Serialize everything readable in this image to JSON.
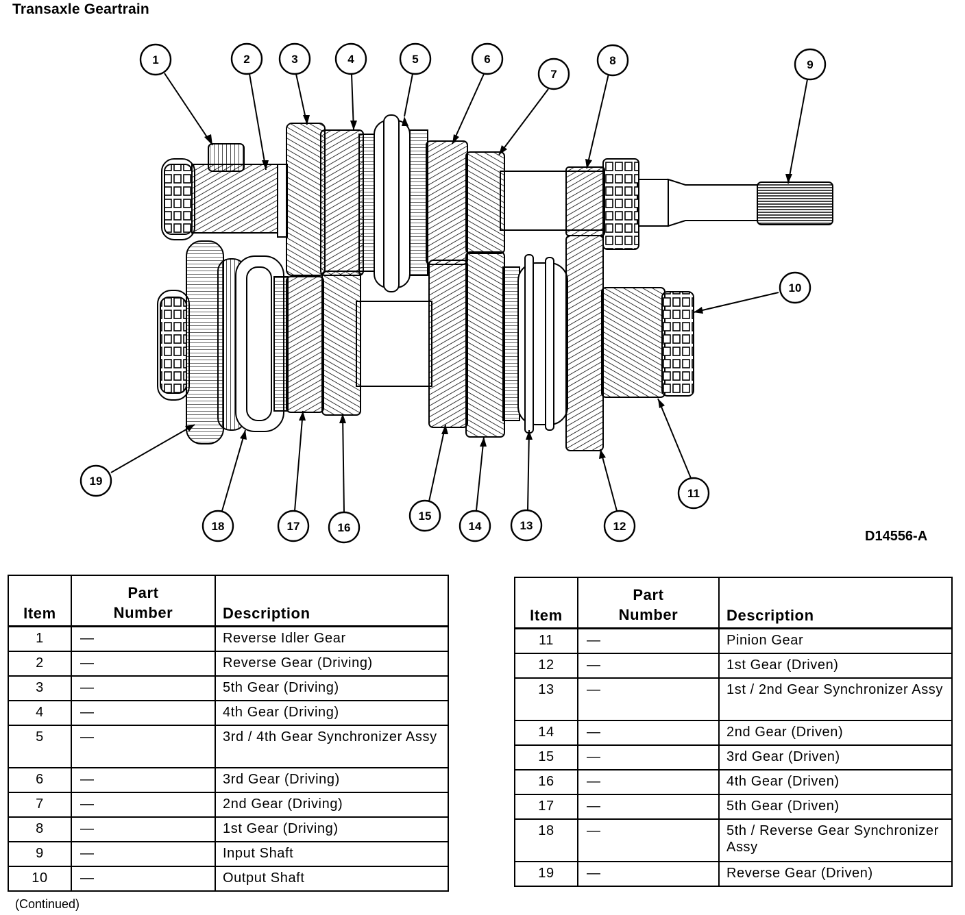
{
  "title": "Transaxle Geartrain",
  "figure_id": "D14556-A",
  "continued": "(Continued)",
  "callouts": [
    "1",
    "2",
    "3",
    "4",
    "5",
    "6",
    "7",
    "8",
    "9",
    "10",
    "11",
    "12",
    "13",
    "14",
    "15",
    "16",
    "17",
    "18",
    "19"
  ],
  "table_headers": {
    "item": "Item",
    "part_line1": "Part",
    "part_line2": "Number",
    "description": "Description"
  },
  "parts_left": [
    {
      "item": "1",
      "part": "—",
      "description": "Reverse Idler Gear"
    },
    {
      "item": "2",
      "part": "—",
      "description": "Reverse Gear (Driving)"
    },
    {
      "item": "3",
      "part": "—",
      "description": "5th Gear (Driving)"
    },
    {
      "item": "4",
      "part": "—",
      "description": "4th Gear (Driving)"
    },
    {
      "item": "5",
      "part": "—",
      "description": "3rd / 4th Gear Synchronizer Assy"
    },
    {
      "item": "6",
      "part": "—",
      "description": "3rd Gear (Driving)"
    },
    {
      "item": "7",
      "part": "—",
      "description": "2nd Gear (Driving)"
    },
    {
      "item": "8",
      "part": "—",
      "description": "1st Gear (Driving)"
    },
    {
      "item": "9",
      "part": "—",
      "description": "Input Shaft"
    },
    {
      "item": "10",
      "part": "—",
      "description": "Output Shaft"
    }
  ],
  "parts_right": [
    {
      "item": "11",
      "part": "—",
      "description": "Pinion Gear"
    },
    {
      "item": "12",
      "part": "—",
      "description": "1st Gear (Driven)"
    },
    {
      "item": "13",
      "part": "—",
      "description": "1st / 2nd Gear Synchronizer Assy"
    },
    {
      "item": "14",
      "part": "—",
      "description": "2nd Gear (Driven)"
    },
    {
      "item": "15",
      "part": "—",
      "description": "3rd Gear (Driven)"
    },
    {
      "item": "16",
      "part": "—",
      "description": "4th Gear (Driven)"
    },
    {
      "item": "17",
      "part": "—",
      "description": "5th Gear (Driven)"
    },
    {
      "item": "18",
      "part": "—",
      "description": "5th / Reverse Gear Synchronizer Assy"
    },
    {
      "item": "19",
      "part": "—",
      "description": "Reverse Gear (Driven)"
    }
  ]
}
